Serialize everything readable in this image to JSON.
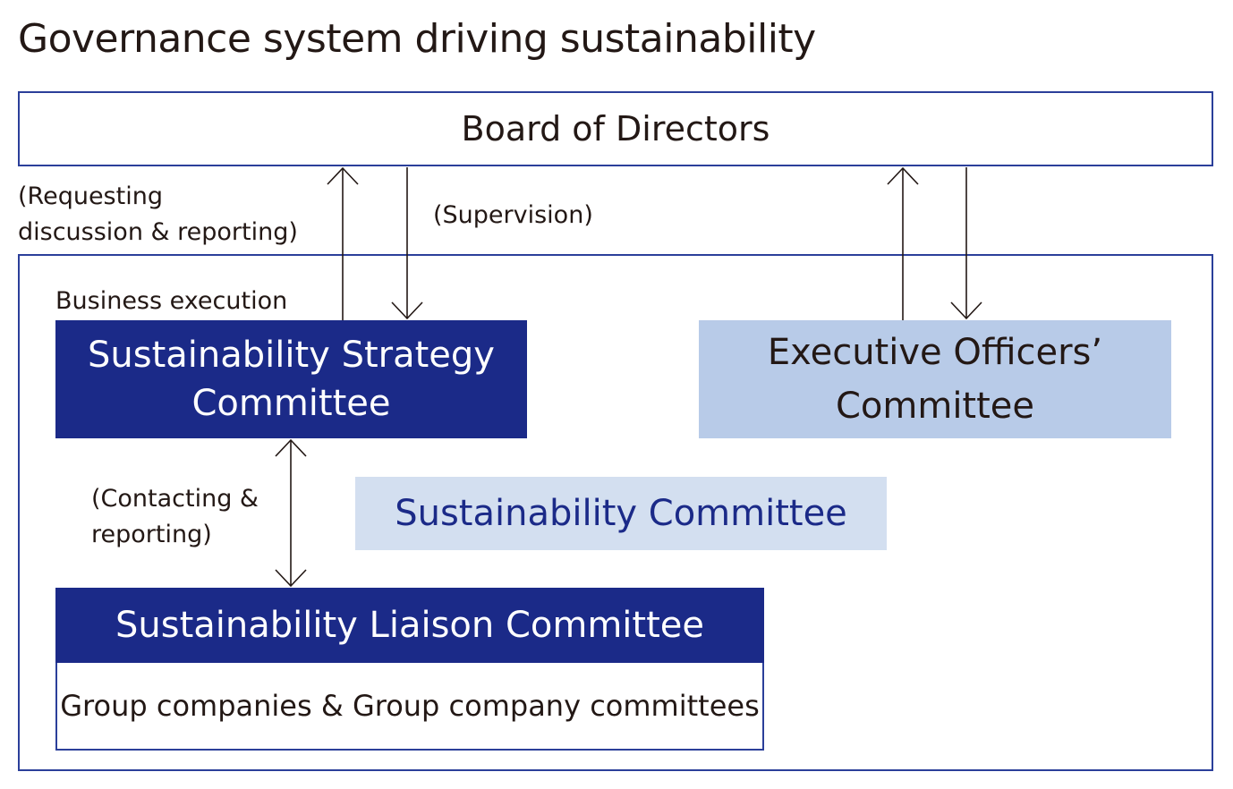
{
  "title": "Governance system driving sustainability",
  "board": {
    "label": "Board of Directors"
  },
  "labels": {
    "requesting_line1": "(Requesting",
    "requesting_line2": "discussion & reporting)",
    "supervision": "(Supervision)",
    "business_execution": "Business execution",
    "contacting_line1": "(Contacting &",
    "contacting_line2": "reporting)"
  },
  "boxes": {
    "strategy": {
      "line1": "Sustainability Strategy",
      "line2": "Committee"
    },
    "executive": {
      "line1": "Executive Officers’",
      "line2": "Committee"
    },
    "sustainability": {
      "label": "Sustainability Committee"
    },
    "liaison": {
      "header": "Sustainability Liaison Committee",
      "body": "Group companies & Group company committees"
    }
  },
  "colors": {
    "navy": "#1b2a88",
    "border_blue": "#2b3f9a",
    "light_blue": "#b8cbe8",
    "pale_blue": "#d3dff0",
    "text_dark": "#231815"
  },
  "arrows": [
    {
      "from": "Sustainability Strategy Committee",
      "to": "Board of Directors",
      "direction": "up"
    },
    {
      "from": "Board of Directors",
      "to": "Sustainability Strategy Committee",
      "direction": "down"
    },
    {
      "from": "Executive Officers’ Committee",
      "to": "Board of Directors",
      "direction": "up"
    },
    {
      "from": "Board of Directors",
      "to": "Executive Officers’ Committee",
      "direction": "down"
    },
    {
      "from": "Sustainability Strategy Committee",
      "to": "Sustainability Liaison Committee",
      "direction": "both"
    }
  ]
}
